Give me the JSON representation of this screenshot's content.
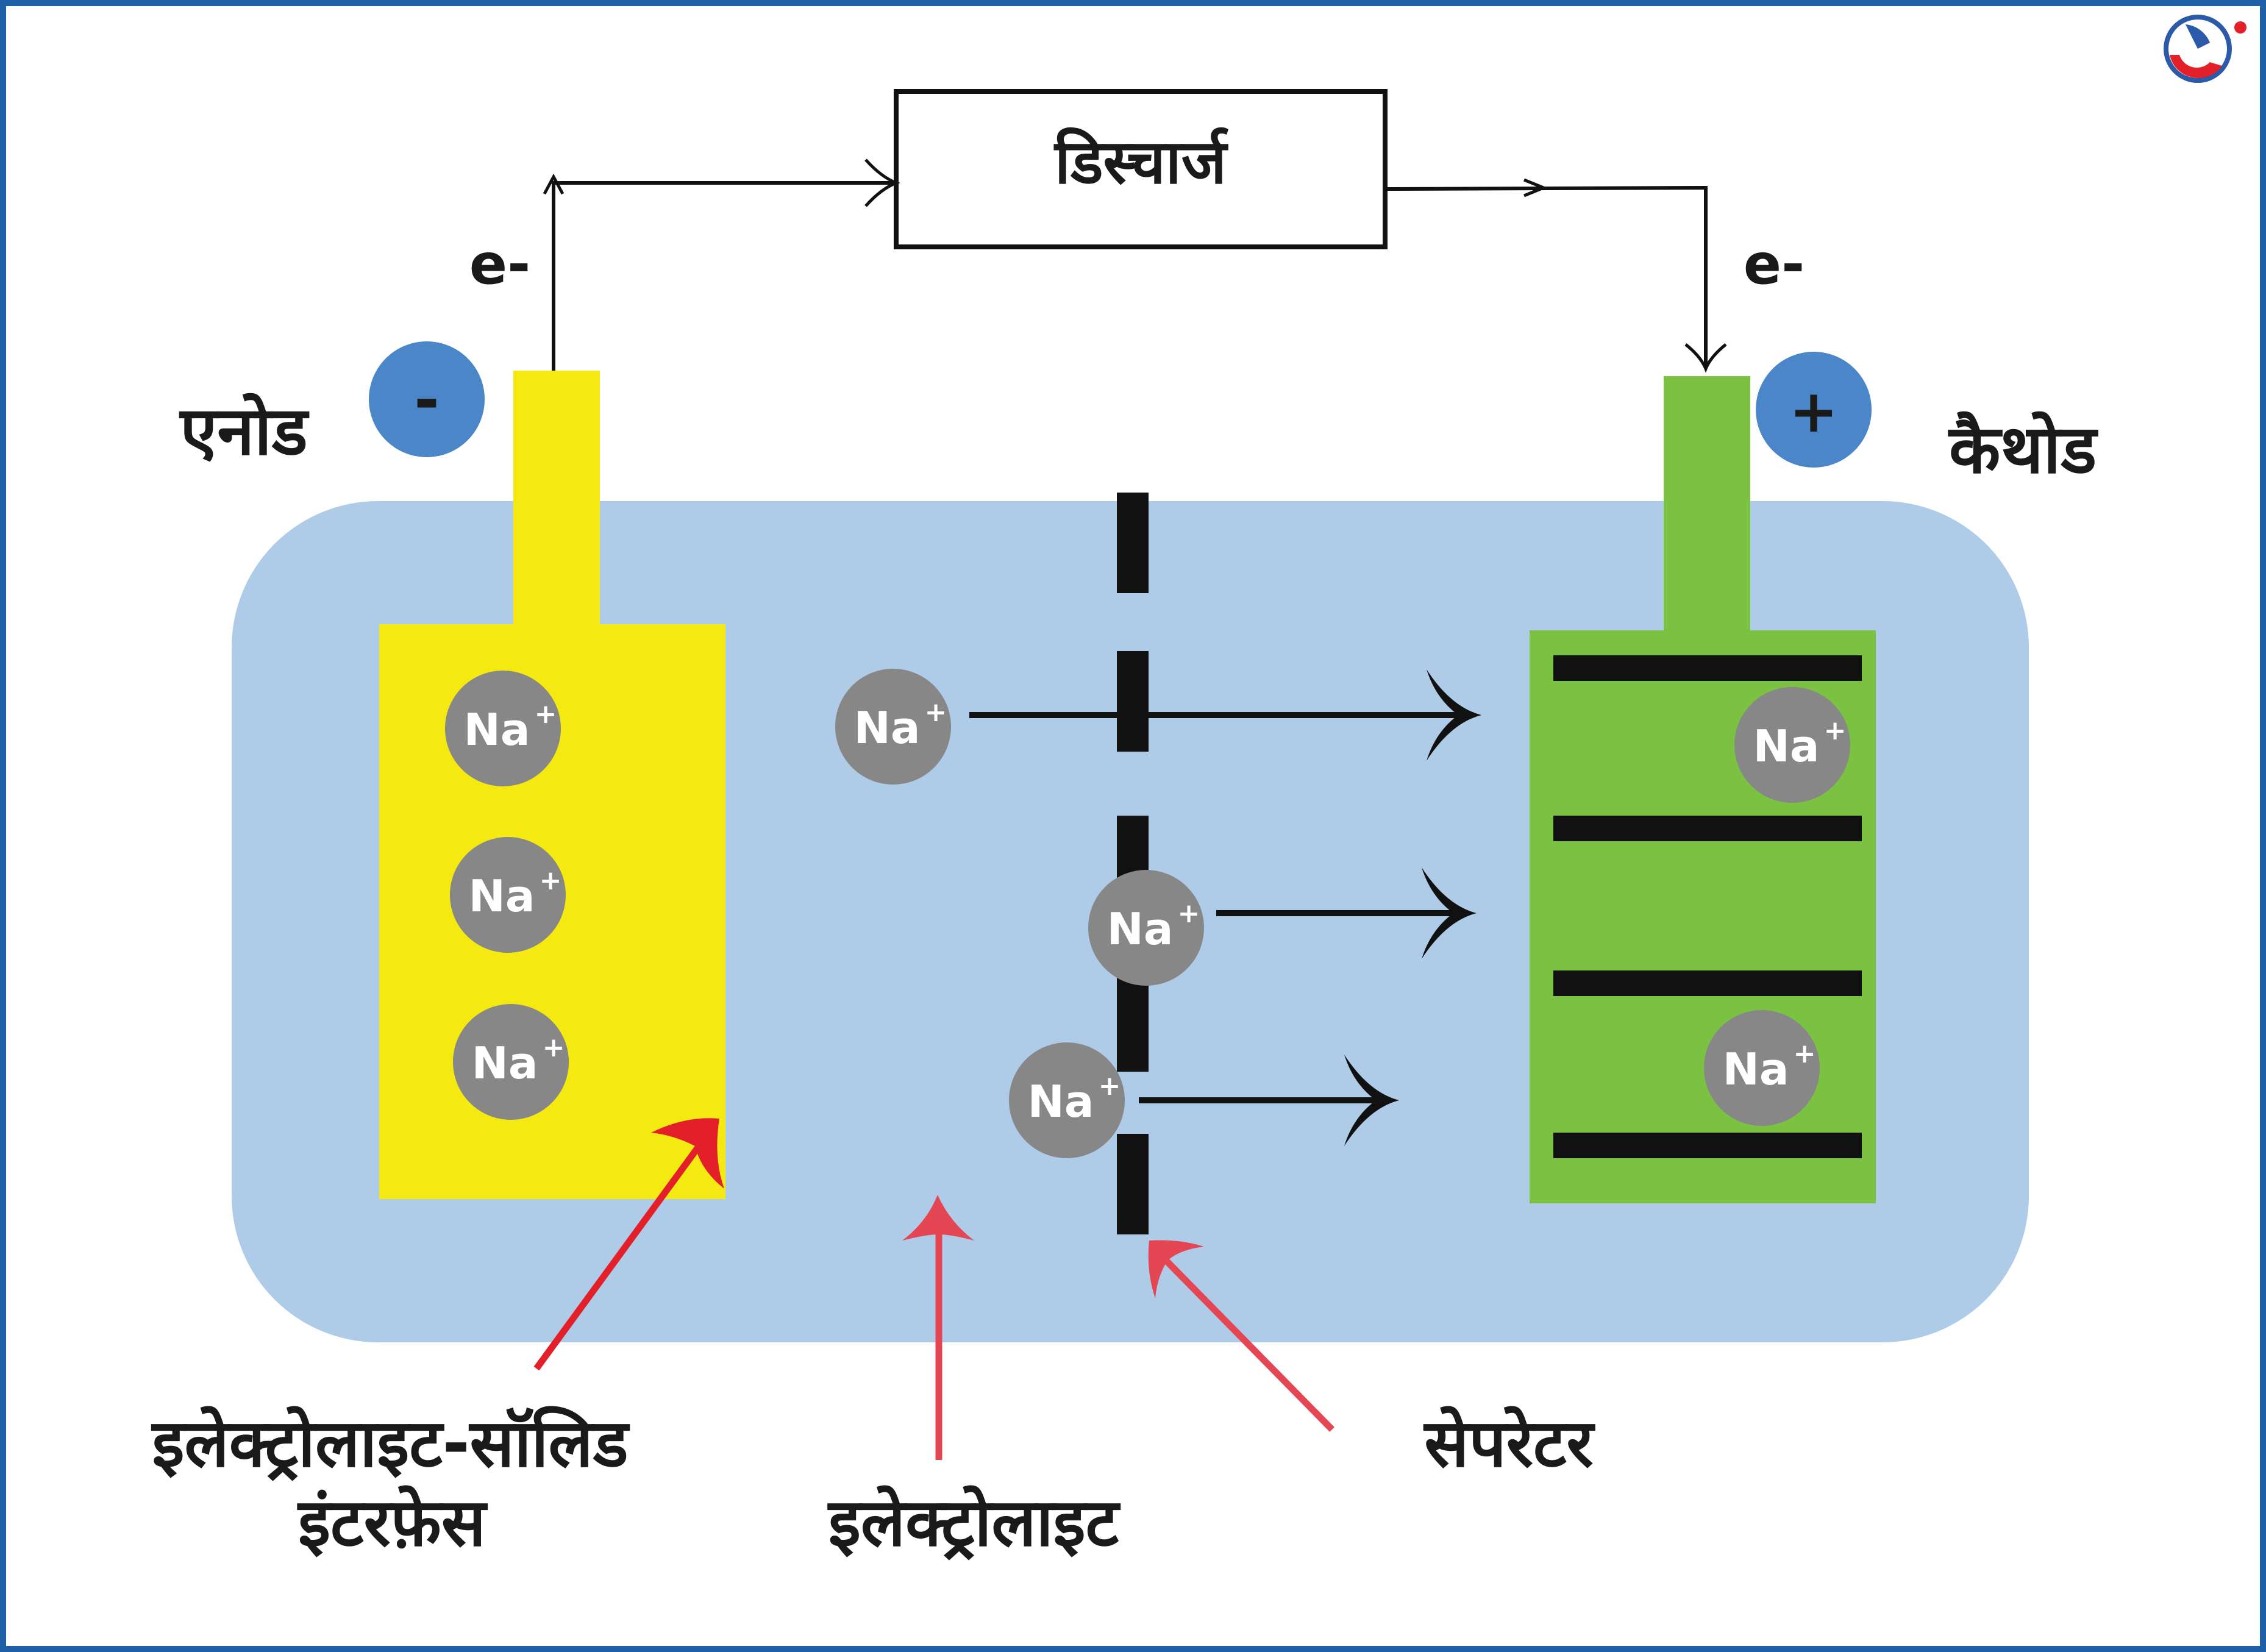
{
  "labels": {
    "discharge": "डिस्चार्ज",
    "electron_left": "e-",
    "electron_right": "e-",
    "anode": "एनोड",
    "cathode": "कैथोड",
    "anode_sign": "-",
    "cathode_sign": "+",
    "sei_line1": "इलेक्ट्रोलाइट-सॉलिड",
    "sei_line2": "इंटरफ़ेस",
    "electrolyte": "इलेक्ट्रोलाइट",
    "separator": "सेपरेटर"
  },
  "ion": {
    "base": "Na",
    "charge": "+"
  },
  "colors": {
    "frame": "#1f5fa8",
    "electrolyte": "#aecbe7",
    "anode": "#f5e912",
    "cathode": "#7bc142",
    "ion": "#878787",
    "terminal": "#4a86c8",
    "pointer": "#e3202a",
    "line": "#111111"
  },
  "icons": [
    "logo-icon"
  ]
}
